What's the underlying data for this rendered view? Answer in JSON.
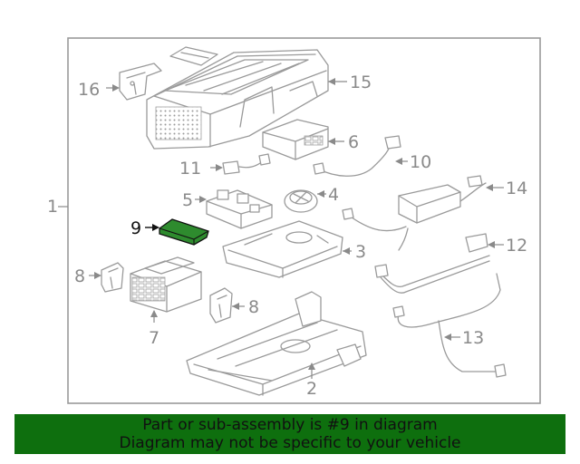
{
  "diagram": {
    "frame_label": "1",
    "highlighted_part": "9",
    "highlight_color": "#2e8b2e",
    "callouts": {
      "c2": "2",
      "c3": "3",
      "c4": "4",
      "c5": "5",
      "c6": "6",
      "c7": "7",
      "c8a": "8",
      "c8b": "8",
      "c9": "9",
      "c10": "10",
      "c11": "11",
      "c12": "12",
      "c13": "13",
      "c14": "14",
      "c15": "15",
      "c16": "16"
    }
  },
  "banner": {
    "line1": "Part or sub-assembly is #9 in diagram",
    "line2": "Diagram may not be specific to your vehicle",
    "color": "#0e6f0e"
  }
}
